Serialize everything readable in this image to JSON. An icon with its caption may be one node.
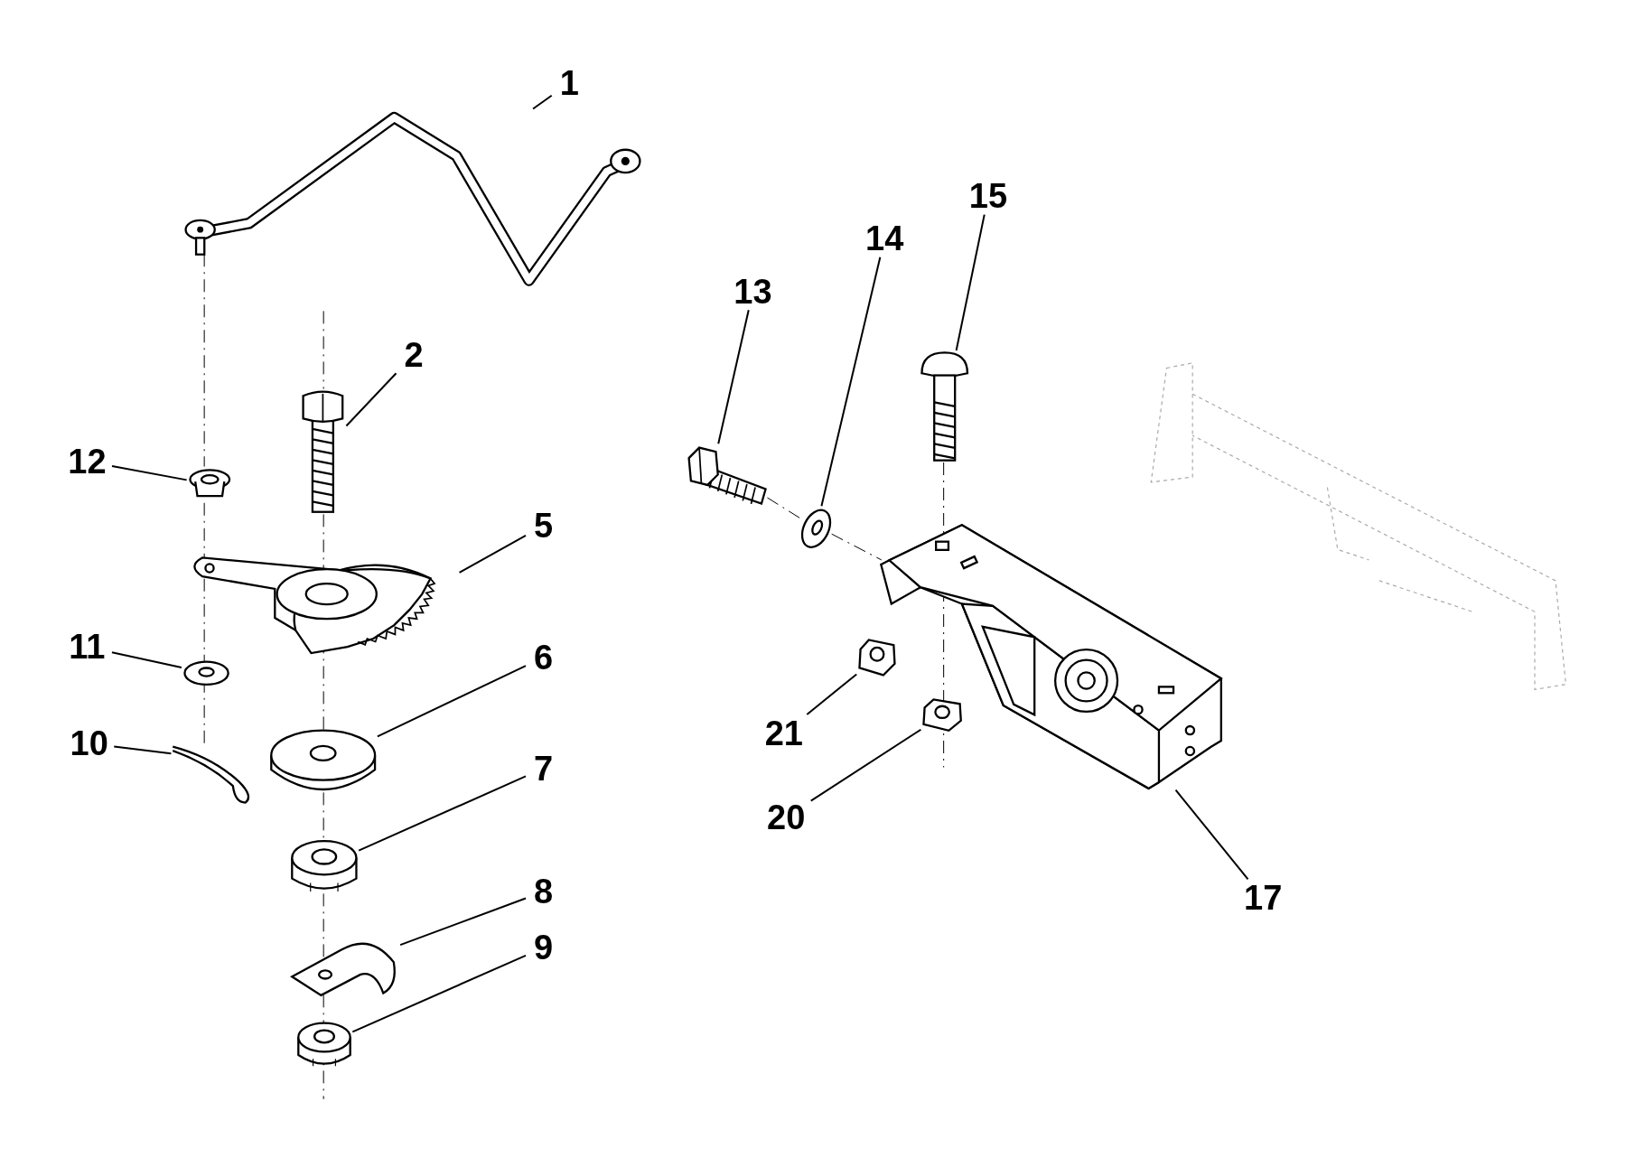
{
  "diagram": {
    "nodes": [
      {
        "text": [
          "1"
        ]
      },
      {
        "text": [],
        "shape": "picture"
      },
      {
        "text": [
          "2"
        ]
      },
      {
        "text": [],
        "shape": "picture"
      },
      {
        "text": [
          "12"
        ]
      },
      {
        "text": [],
        "shape": "picture"
      },
      {
        "text": [
          "5"
        ]
      },
      {
        "text": [],
        "shape": "picture"
      },
      {
        "text": [
          "11"
        ]
      },
      {
        "text": [],
        "shape": "picture"
      },
      {
        "text": [
          "6"
        ]
      },
      {
        "text": [],
        "shape": "picture"
      },
      {
        "text": [
          "10"
        ]
      },
      {
        "text": [],
        "shape": "picture"
      },
      {
        "text": [
          "7"
        ]
      },
      {
        "text": [],
        "shape": "picture"
      },
      {
        "text": [
          "8"
        ]
      },
      {
        "text": [],
        "shape": "picture"
      },
      {
        "text": [
          "9"
        ]
      },
      {
        "text": [],
        "shape": "picture"
      },
      {
        "text": [
          "13"
        ]
      },
      {
        "text": [],
        "shape": "picture"
      },
      {
        "text": [
          "14"
        ]
      },
      {
        "text": [],
        "shape": "picture"
      },
      {
        "text": [
          "15"
        ]
      },
      {
        "text": [],
        "shape": "picture"
      },
      {
        "text": [
          "21"
        ]
      },
      {
        "text": [],
        "shape": "picture"
      },
      {
        "text": [
          "20"
        ]
      },
      {
        "text": [],
        "shape": "picture"
      },
      {
        "text": [
          "17"
        ]
      },
      {
        "text": [],
        "shape": "picture"
      }
    ],
    "edges": [
      {
        "from": 0,
        "to": 1,
        "arrow": "none"
      },
      {
        "from": 2,
        "to": 3,
        "arrow": "none"
      },
      {
        "from": 4,
        "to": 5,
        "arrow": "none"
      },
      {
        "from": 6,
        "to": 7,
        "arrow": "none"
      },
      {
        "from": 8,
        "to": 9,
        "arrow": "none"
      },
      {
        "from": 10,
        "to": 11,
        "arrow": "none"
      },
      {
        "from": 12,
        "to": 13,
        "arrow": "none"
      },
      {
        "from": 14,
        "to": 15,
        "arrow": "none"
      },
      {
        "from": 16,
        "to": 17,
        "arrow": "none"
      },
      {
        "from": 18,
        "to": 19,
        "arrow": "none"
      },
      {
        "from": 20,
        "to": 21,
        "arrow": "none"
      },
      {
        "from": 22,
        "to": 23,
        "arrow": "none"
      },
      {
        "from": 24,
        "to": 25,
        "arrow": "none"
      },
      {
        "from": 26,
        "to": 27,
        "arrow": "none"
      },
      {
        "from": 28,
        "to": 29,
        "arrow": "none"
      },
      {
        "from": 30,
        "to": 31,
        "arrow": "none"
      }
    ]
  }
}
